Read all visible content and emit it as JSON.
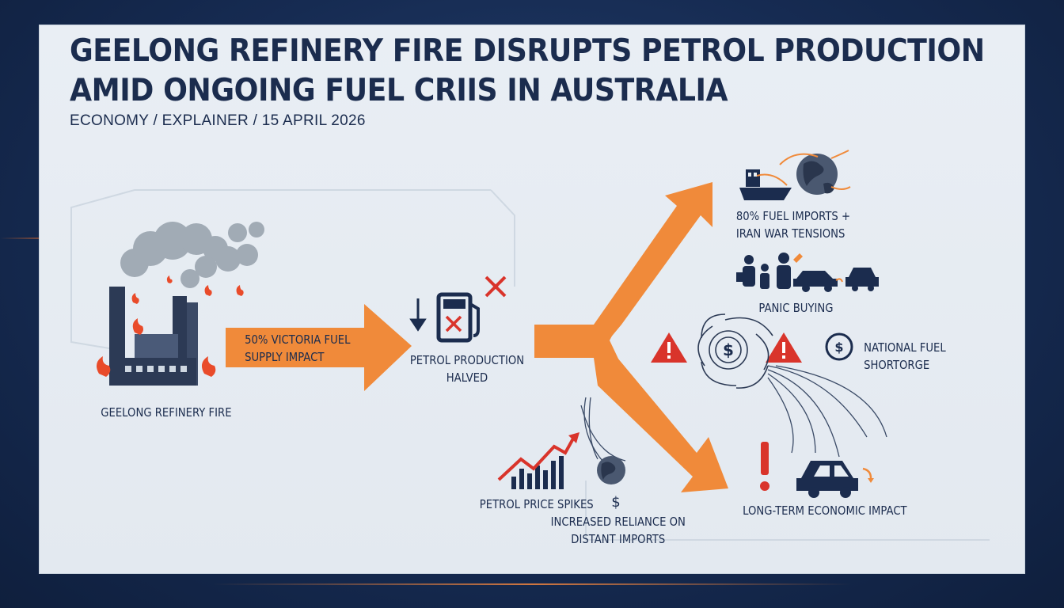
{
  "title": {
    "line1": "GEELONG REFINERY FIRE DISRUPTS PETROL PRODUCTION",
    "line2": "AMID ONGOING FUEL CRIIS IN AUSTRALIA"
  },
  "subtitle": "ECONOMY / EXPLAINER / 15 APRIL 2026",
  "nodes": {
    "refinery": "GEELONG REFINERY FIRE",
    "supply_impact": {
      "line1": "50% VICTORIA FUEL",
      "line2": "SUPPLY IMPACT"
    },
    "production": {
      "line1": "PETROL PRODUCTION",
      "line2": "HALVED"
    },
    "imports": {
      "line1": "80% FUEL IMPORTS +",
      "line2": "IRAN WAR TENSIONS"
    },
    "panic": "PANIC BUYING",
    "shortage": {
      "line1": "NATIONAL FUEL",
      "line2": "SHORTORGE"
    },
    "price": "PETROL PRICE SPIKES",
    "reliance": {
      "line1": "INCREASED RELIANCE ON",
      "line2": "DISTANT IMPORTS"
    },
    "longterm": "LONG-TERM ECONOMIC IMPACT"
  },
  "colors": {
    "navy": "#1b2c4e",
    "orange": "#f08a3a",
    "red": "#d9342b",
    "panel": "#e6ecf2"
  },
  "icons": [
    "refinery-icon",
    "fire-icon",
    "smoke-icon",
    "fuel-pump-icon",
    "down-arrow-icon",
    "red-x-icon",
    "ship-icon",
    "globe-icon",
    "people-icon",
    "car-icon",
    "warning-icon",
    "dollar-icon",
    "cyclone-icon",
    "rising-chart-icon",
    "exclamation-icon"
  ]
}
